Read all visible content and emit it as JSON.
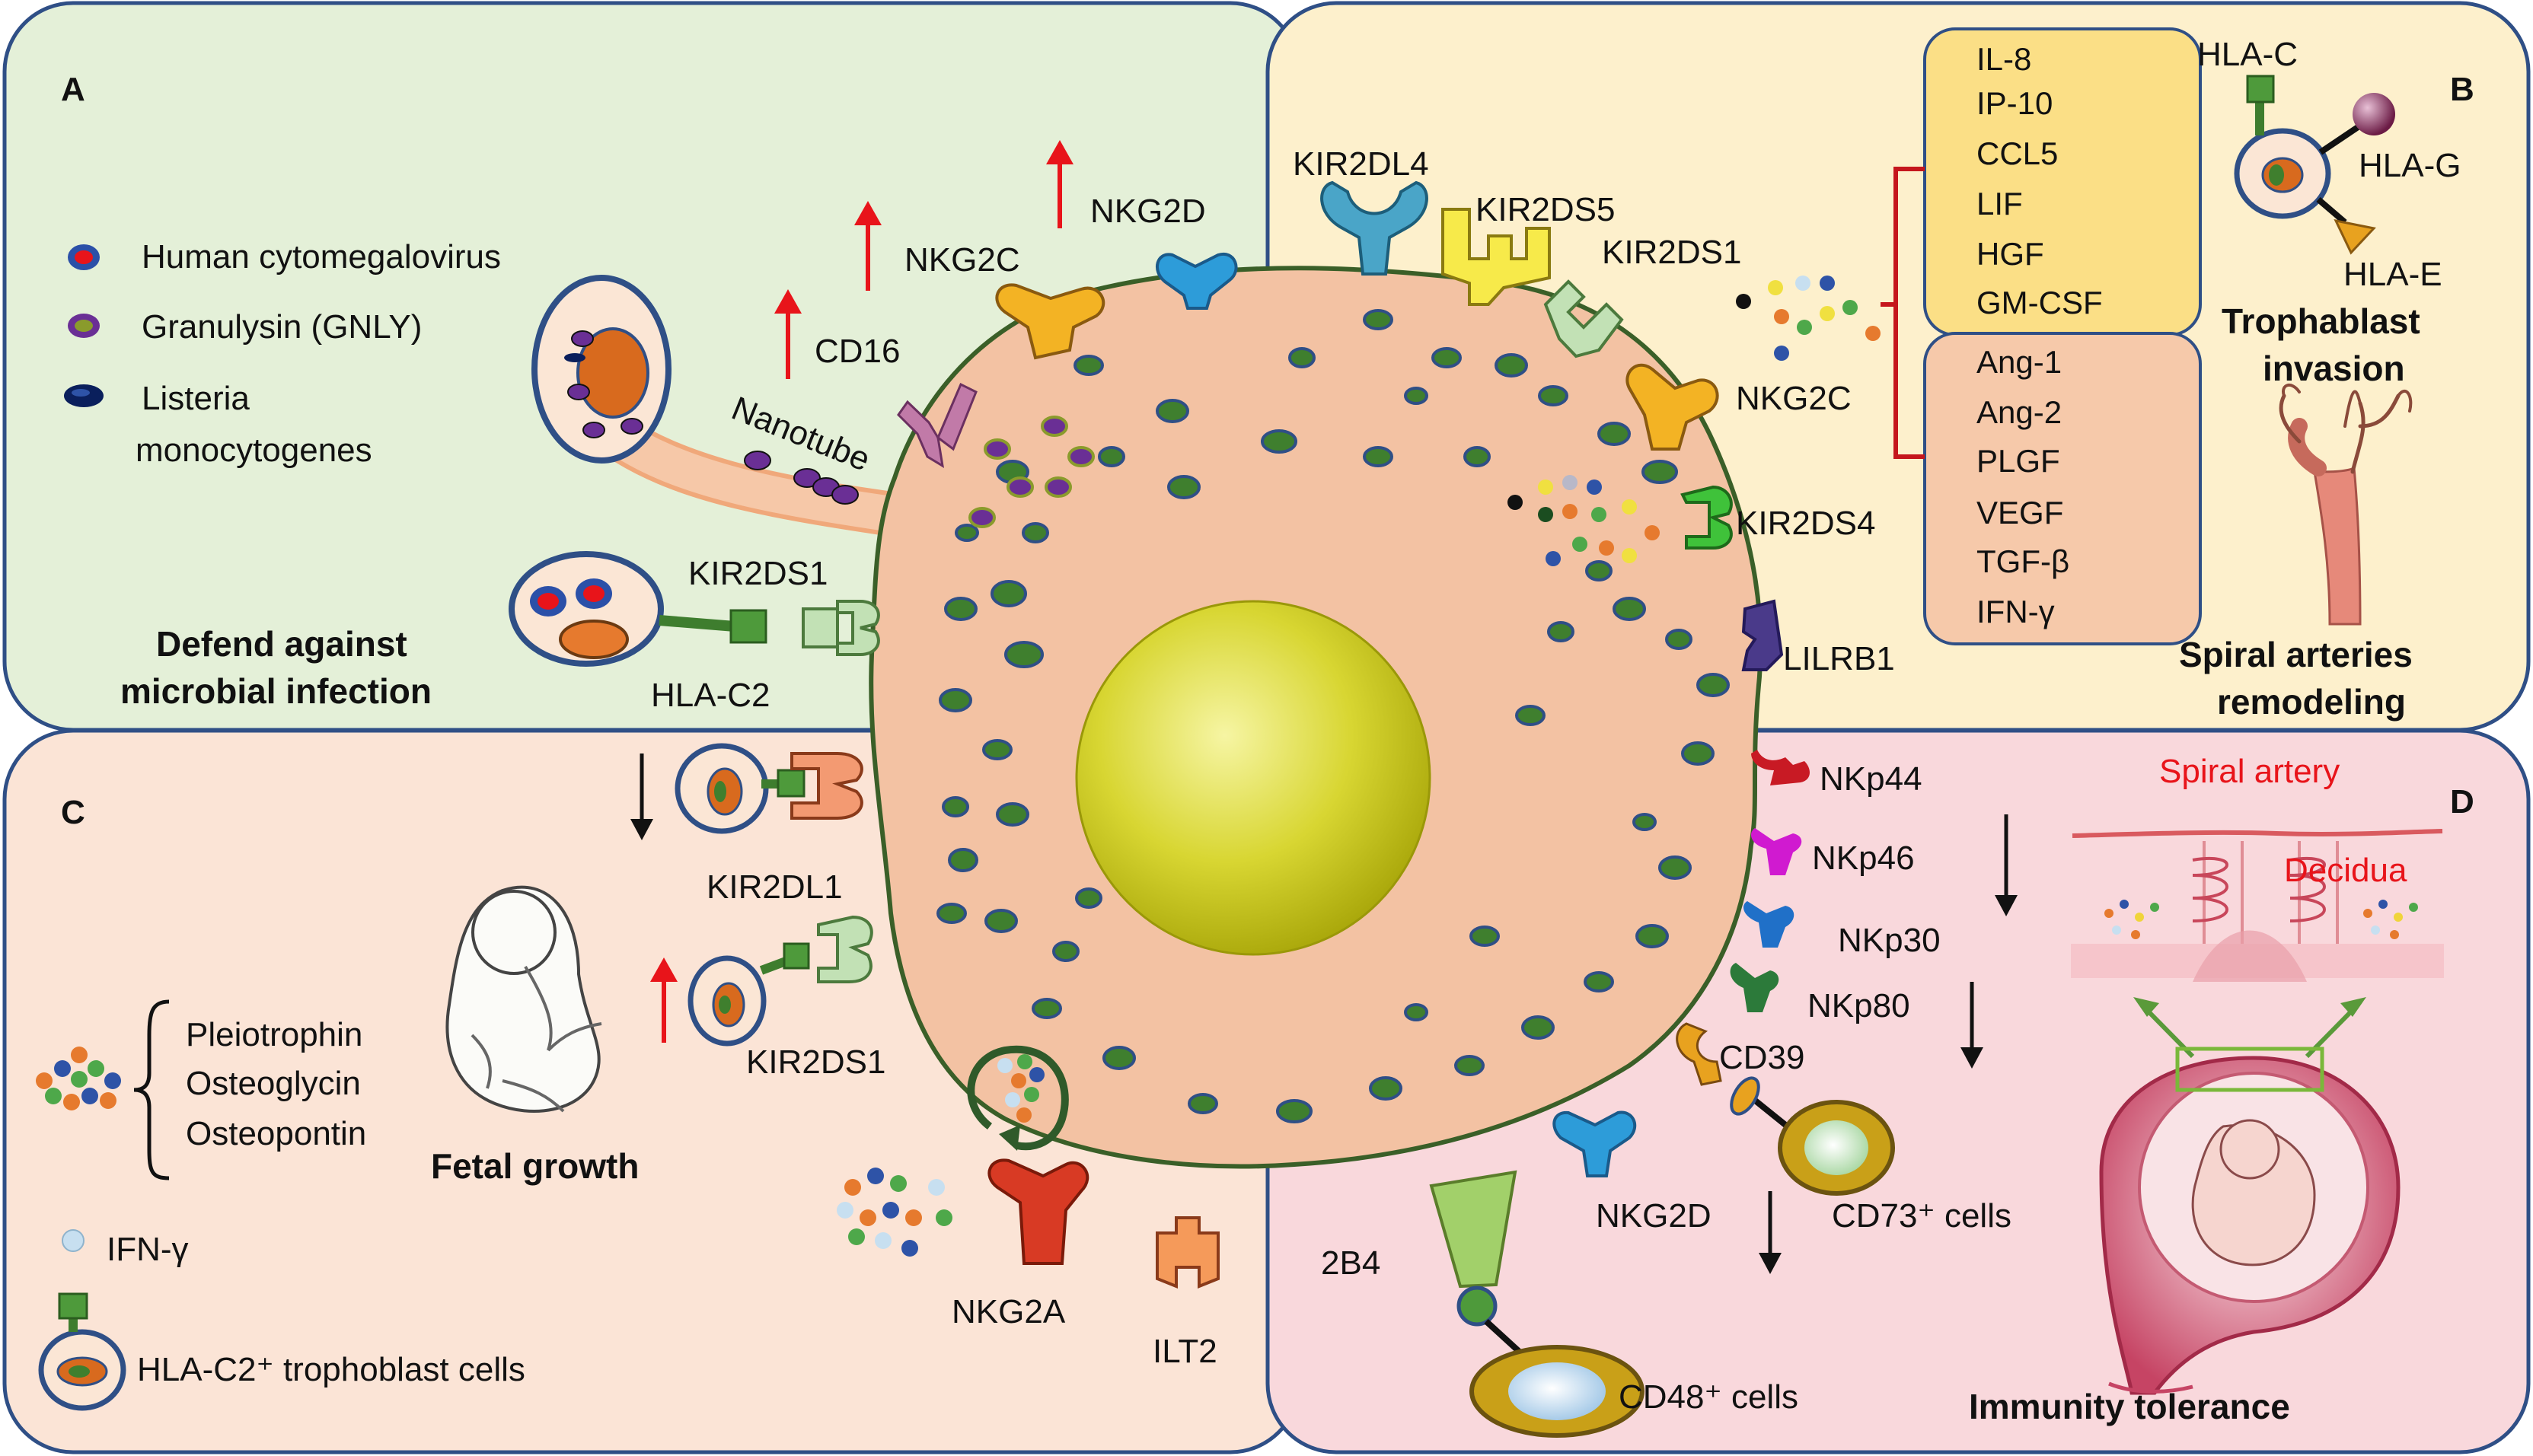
{
  "panels": {
    "a": "A",
    "b": "B",
    "c": "C",
    "d": "D"
  },
  "panel_a": {
    "legend": [
      "Human cytomegalovirus",
      "Granulysin (GNLY)",
      "Listeria",
      "monocytogenes"
    ],
    "nanotube": "Nanotube",
    "receptors": {
      "cd16": "CD16",
      "nkg2c": "NKG2C",
      "nkg2d": "NKG2D",
      "kir2ds1": "KIR2DS1",
      "hla_c2": "HLA-C2"
    },
    "caption": [
      "Defend against",
      "microbial infection"
    ]
  },
  "panel_b": {
    "receptors": {
      "kir2dl4": "KIR2DL4",
      "kir2ds5": "KIR2DS5",
      "kir2ds1": "KIR2DS1",
      "nkg2c": "NKG2C",
      "kir2ds4": "KIR2DS4",
      "lilrb1": "LILRB1"
    },
    "cytokines_top": [
      "IL-8",
      "IP-10",
      "CCL5",
      "LIF",
      "HGF",
      "GM-CSF"
    ],
    "cytokines_bottom": [
      "Ang-1",
      "Ang-2",
      "PLGF",
      "VEGF",
      "TGF-β",
      "IFN-γ"
    ],
    "hla": {
      "c": "HLA-C",
      "g": "HLA-G",
      "e": "HLA-E"
    },
    "trophoblast_caption": [
      "Trophablast",
      "invasion"
    ],
    "spiral_caption": [
      "Spiral arteries",
      "remodeling"
    ]
  },
  "panel_c": {
    "receptors": {
      "kir2dl1": "KIR2DL1",
      "kir2ds1": "KIR2DS1",
      "nkg2a": "NKG2A",
      "ilt2": "ILT2"
    },
    "factors": [
      "Pleiotrophin",
      "Osteoglycin",
      "Osteopontin"
    ],
    "fetal": "Fetal growth",
    "ifn": "IFN-γ",
    "hla_cells": "HLA-C2⁺ trophoblast cells"
  },
  "panel_d": {
    "receptors": {
      "nkp44": "NKp44",
      "nkp46": "NKp46",
      "nkp30": "NKp30",
      "nkp80": "NKp80",
      "cd39": "CD39",
      "nkg2d": "NKG2D",
      "b2b4": "2B4"
    },
    "cd73": "CD73⁺ cells",
    "cd48": "CD48⁺ cells",
    "spiral_artery": "Spiral artery",
    "decidua": "Decidua",
    "caption": "Immunity tolerance"
  },
  "colors": {
    "panel_a_bg": "#e4f0d8",
    "panel_b_bg": "#fdf0cc",
    "panel_c_bg": "#fbe4d6",
    "panel_d_bg": "#f9d8dc",
    "panel_border": "#2f4f86",
    "cell_fill": "#f3c2a3",
    "cell_border": "#3a5f28",
    "nucleus": "#c4c416",
    "granule": "#3f7f2e",
    "up_arrow": "#e8141a",
    "cytokine_top_box": "#fbdf86",
    "cytokine_bottom_box": "#f6c9aa"
  },
  "icons": [
    "virus-icon",
    "granulysin-icon",
    "listeria-icon",
    "fetus-icon",
    "spiral-artery-icon",
    "pregnancy-icon",
    "vessel-branch-icon"
  ]
}
